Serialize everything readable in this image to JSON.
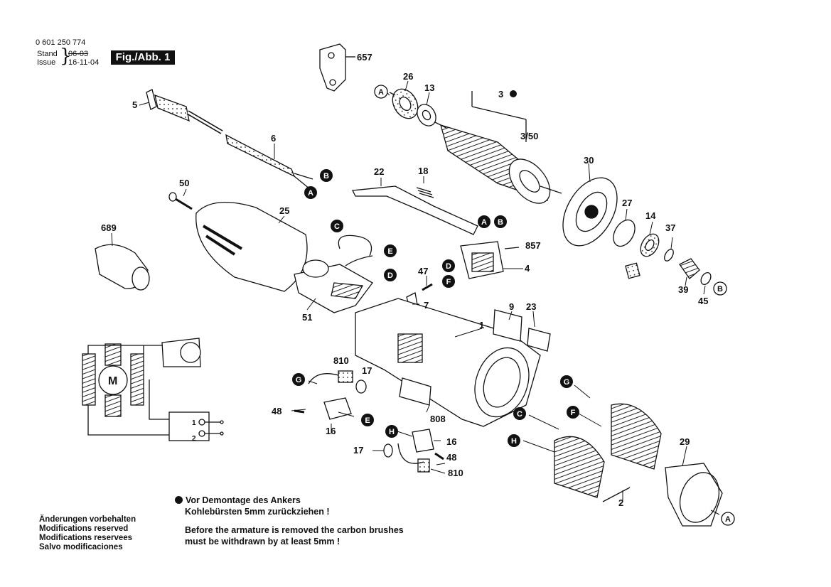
{
  "header": {
    "doc_number": "0 601 250 774",
    "stand_label": "Stand",
    "stand_date": "06-03",
    "issue_label": "Issue",
    "issue_date": "16-11-04",
    "fig_label": "Fig./Abb. 1"
  },
  "part_numbers": {
    "p657": "657",
    "p26": "26",
    "p13": "13",
    "p3": "3",
    "p3_50": "3/50",
    "p5": "5",
    "p6": "6",
    "p22": "22",
    "p18": "18",
    "p30": "30",
    "p50": "50",
    "p25": "25",
    "p27": "27",
    "p14": "14",
    "p37": "37",
    "p689": "689",
    "p857": "857",
    "p4": "4",
    "p47": "47",
    "p7": "7",
    "p51": "51",
    "p39": "39",
    "p45": "45",
    "p9": "9",
    "p23": "23",
    "p1": "1",
    "p810a": "810",
    "p17a": "17",
    "p48a": "48",
    "p16a": "16",
    "p808": "808",
    "p16b": "16",
    "p17b": "17",
    "p48b": "48",
    "p810b": "810",
    "p29": "29",
    "p2": "2"
  },
  "connector_badges": {
    "A": "A",
    "B": "B",
    "C": "C",
    "D": "D",
    "E": "E",
    "F": "F",
    "G": "G",
    "H": "H"
  },
  "wiring": {
    "motor_label": "M",
    "switch_pos_1": "1",
    "switch_pos_2": "2"
  },
  "notes": {
    "de_line1": "Vor Demontage des Ankers",
    "de_line2": "Kohlebürsten 5mm zurückziehen !",
    "en_line1": "Before the armature is removed the carbon brushes",
    "en_line2": "must be withdrawn by at least 5mm !"
  },
  "modifications": [
    "Änderungen vorbehalten",
    "Modifications reserved",
    "Modifications reservees",
    "Salvo modificaciones"
  ]
}
